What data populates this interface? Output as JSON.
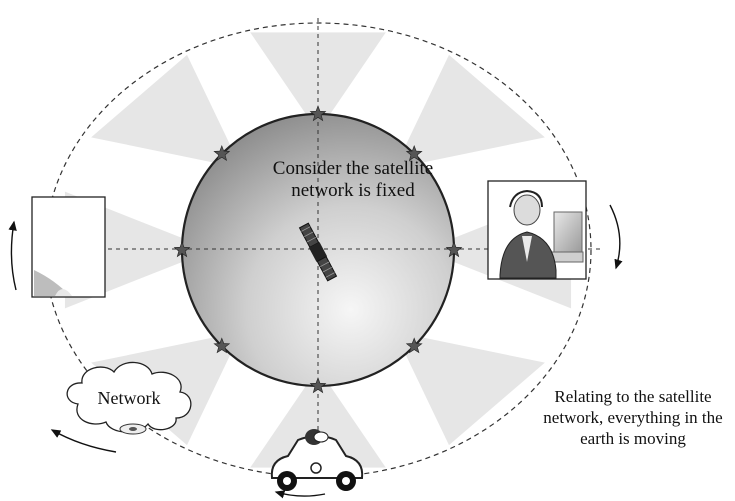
{
  "diagram": {
    "center_text": "Consider the satellite network is fixed",
    "side_text": "Relating to the satellite network, everything in the earth is moving",
    "cloud_text": "Network"
  },
  "colors": {
    "sector_fill": "#e6e6e6",
    "globe_light": "#f4f4f4",
    "globe_dark": "#7a7a7a",
    "star": "#555555",
    "line": "#222222"
  }
}
